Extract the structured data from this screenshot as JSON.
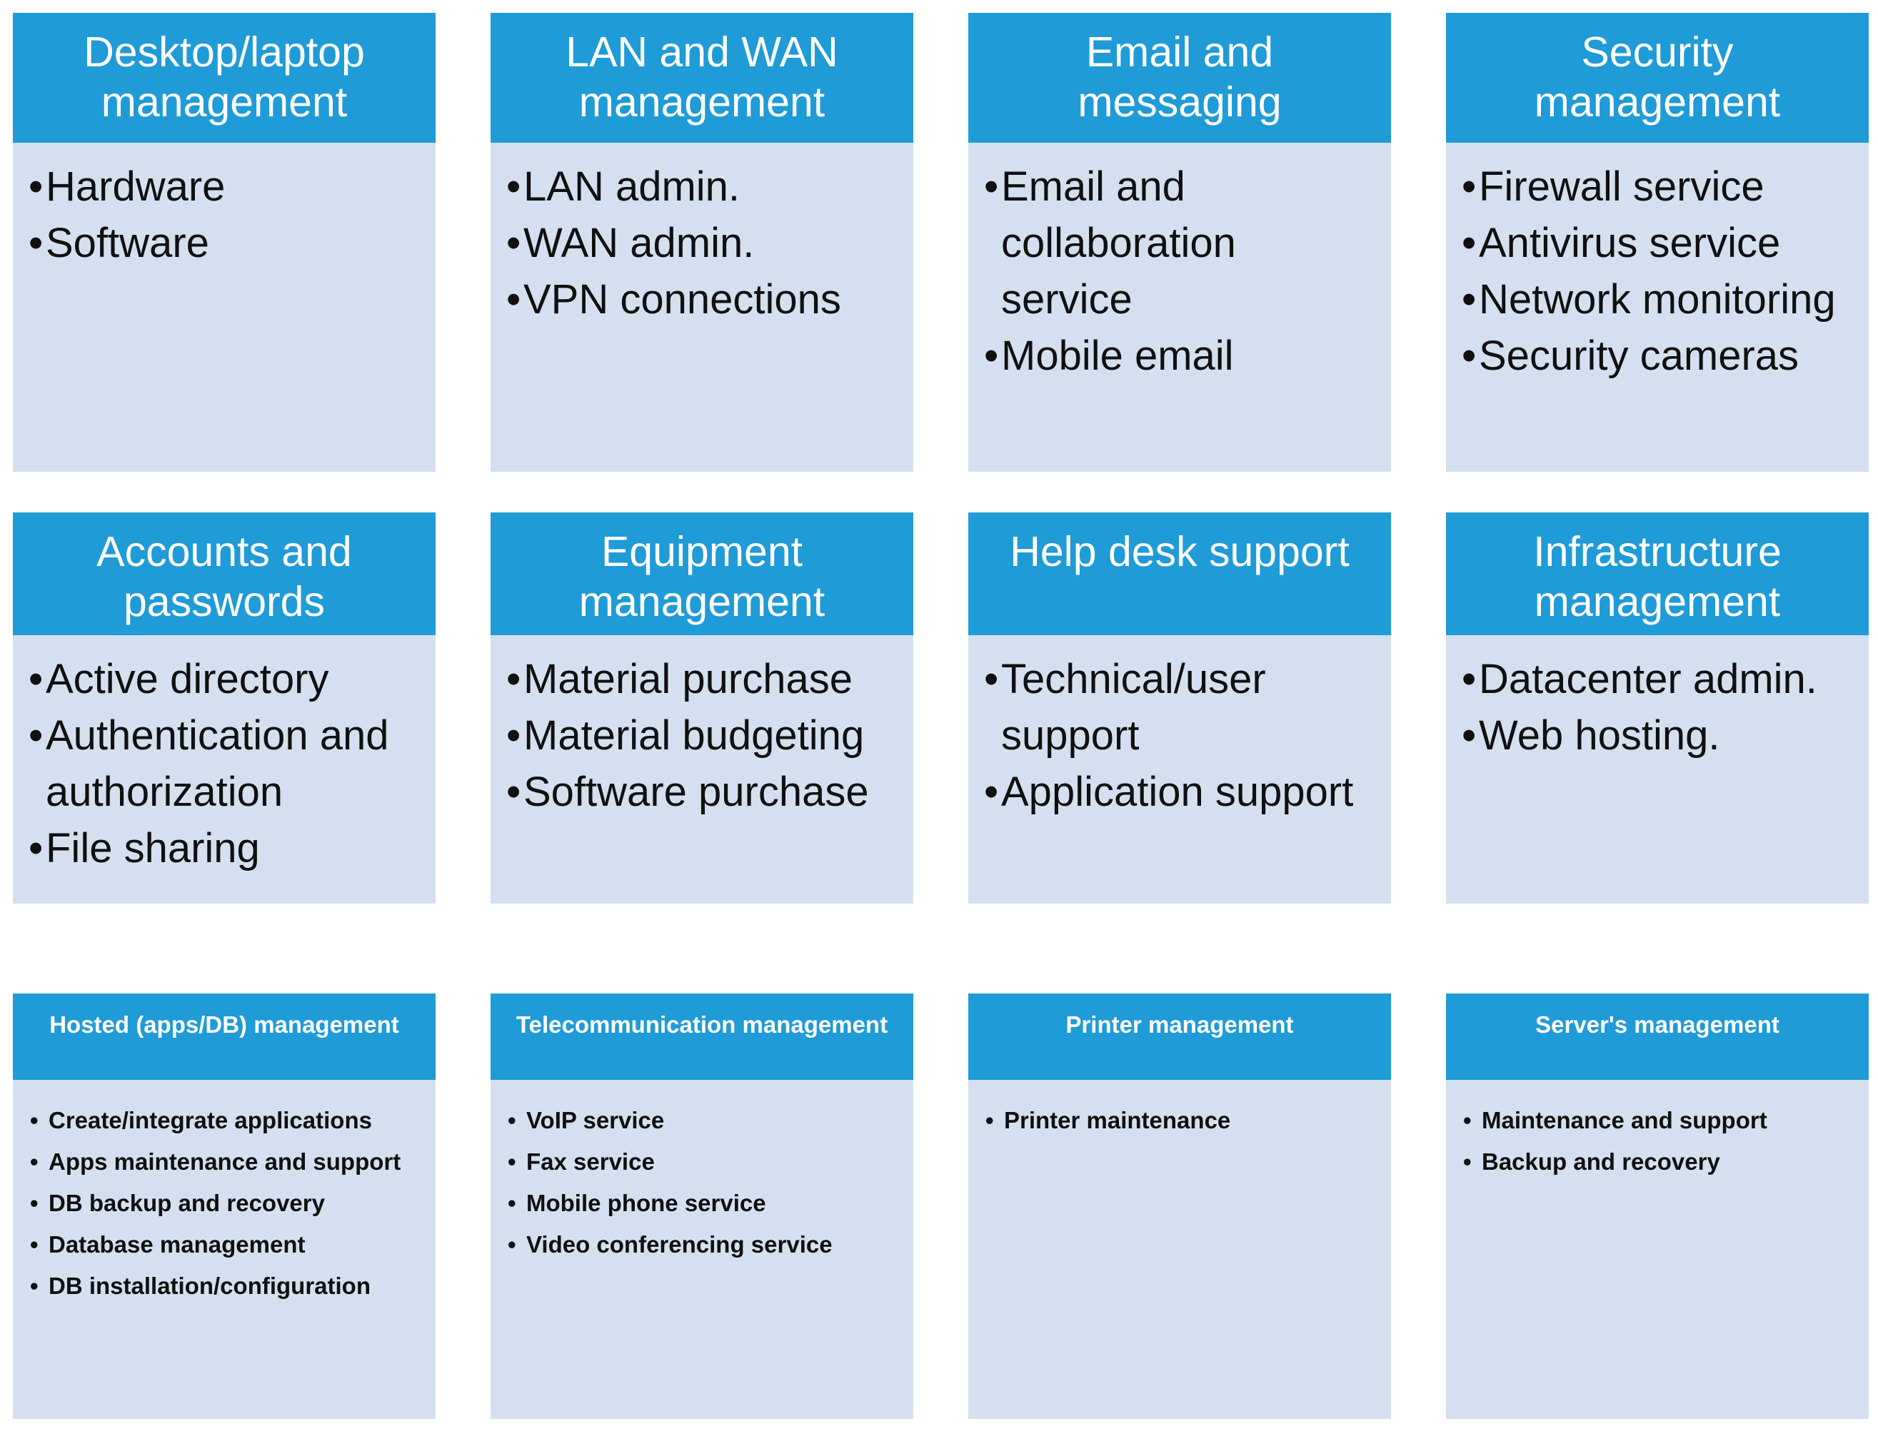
{
  "theme": {
    "header_color": "#1f9bd7",
    "body_color": "#d4e0ef",
    "header_text_color": "#ffffff",
    "body_text_color": "#101010",
    "page_background": "#ffffff",
    "bullet_glyph": "•"
  },
  "diagram": {
    "type": "card-grid",
    "columns": 4,
    "rows": 3,
    "rows_data": [
      {
        "row_id": "row-1",
        "text_size": "large",
        "cards": [
          {
            "title": "Desktop/laptop management",
            "items": [
              "Hardware",
              "Software"
            ]
          },
          {
            "title": "LAN and WAN management",
            "items": [
              "LAN admin.",
              "WAN admin.",
              "VPN connections"
            ]
          },
          {
            "title": "Email and messaging",
            "items": [
              "Email and collaboration service",
              "Mobile email"
            ]
          },
          {
            "title": "Security management",
            "items": [
              "Firewall service",
              "Antivirus service",
              "Network monitoring",
              "Security cameras"
            ]
          }
        ]
      },
      {
        "row_id": "row-2",
        "text_size": "large",
        "cards": [
          {
            "title": "Accounts and passwords",
            "items": [
              "Active directory",
              "Authentication and authorization",
              "File sharing"
            ]
          },
          {
            "title": "Equipment management",
            "items": [
              "Material purchase",
              "Material budgeting",
              "Software purchase"
            ]
          },
          {
            "title": "Help desk support",
            "items": [
              "Technical/user support",
              "Application support"
            ]
          },
          {
            "title": "Infrastructure management",
            "items": [
              "Datacenter admin.",
              "Web hosting."
            ]
          }
        ]
      },
      {
        "row_id": "row-3",
        "text_size": "small",
        "cards": [
          {
            "title": "Hosted (apps/DB) management",
            "items": [
              "Create/integrate applications",
              "Apps maintenance and support",
              "DB backup and recovery",
              "Database management",
              "DB installation/configuration"
            ]
          },
          {
            "title": "Telecommunication management",
            "items": [
              "VoIP service",
              "Fax service",
              "Mobile phone service",
              "Video conferencing service"
            ]
          },
          {
            "title": "Printer management",
            "items": [
              "Printer maintenance"
            ]
          },
          {
            "title": "Server's management",
            "items": [
              "Maintenance and support",
              "Backup and recovery"
            ]
          }
        ]
      }
    ]
  }
}
